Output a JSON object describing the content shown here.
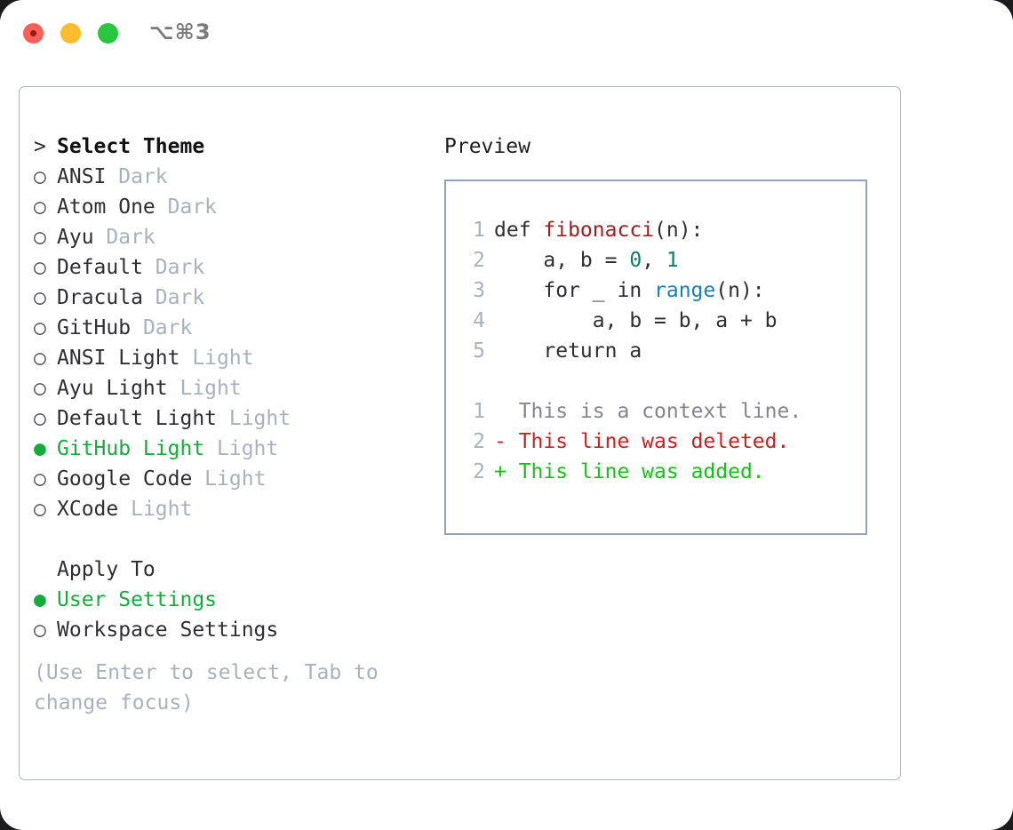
{
  "titlebar": {
    "shortcut": "⌥⌘3",
    "lights": [
      "close",
      "minimize",
      "zoom"
    ]
  },
  "theme_picker": {
    "header_marker": ">",
    "header": "Select Theme",
    "items": [
      {
        "marker": "○",
        "name": "ANSI",
        "suffix": "Dark",
        "selected": false
      },
      {
        "marker": "○",
        "name": "Atom One",
        "suffix": "Dark",
        "selected": false
      },
      {
        "marker": "○",
        "name": "Ayu",
        "suffix": "Dark",
        "selected": false
      },
      {
        "marker": "○",
        "name": "Default",
        "suffix": "Dark",
        "selected": false
      },
      {
        "marker": "○",
        "name": "Dracula",
        "suffix": "Dark",
        "selected": false
      },
      {
        "marker": "○",
        "name": "GitHub",
        "suffix": "Dark",
        "selected": false
      },
      {
        "marker": "○",
        "name": "ANSI Light",
        "suffix": "Light",
        "selected": false
      },
      {
        "marker": "○",
        "name": "Ayu Light",
        "suffix": "Light",
        "selected": false
      },
      {
        "marker": "○",
        "name": "Default Light",
        "suffix": "Light",
        "selected": false
      },
      {
        "marker": "●",
        "name": "GitHub Light",
        "suffix": "Light",
        "selected": true
      },
      {
        "marker": "○",
        "name": "Google Code",
        "suffix": "Light",
        "selected": false
      },
      {
        "marker": "○",
        "name": "XCode",
        "suffix": "Light",
        "selected": false
      }
    ]
  },
  "apply_to": {
    "header": "Apply To",
    "items": [
      {
        "marker": "●",
        "name": "User Settings",
        "selected": true
      },
      {
        "marker": "○",
        "name": "Workspace Settings",
        "selected": false
      }
    ]
  },
  "hint": "(Use Enter to select, Tab to change focus)",
  "preview": {
    "title": "Preview",
    "code_lines": [
      {
        "n": "1",
        "tokens": [
          {
            "t": "def ",
            "c": "plain"
          },
          {
            "t": "fibonacci",
            "c": "fn"
          },
          {
            "t": "(n):",
            "c": "plain"
          }
        ]
      },
      {
        "n": "2",
        "tokens": [
          {
            "t": "    a, b = ",
            "c": "plain"
          },
          {
            "t": "0",
            "c": "num"
          },
          {
            "t": ", ",
            "c": "plain"
          },
          {
            "t": "1",
            "c": "num"
          }
        ]
      },
      {
        "n": "3",
        "tokens": [
          {
            "t": "    for _ in ",
            "c": "plain"
          },
          {
            "t": "range",
            "c": "call"
          },
          {
            "t": "(n):",
            "c": "plain"
          }
        ]
      },
      {
        "n": "4",
        "tokens": [
          {
            "t": "        a, b = b, a + b",
            "c": "plain"
          }
        ]
      },
      {
        "n": "5",
        "tokens": [
          {
            "t": "    return a",
            "c": "plain"
          }
        ]
      }
    ],
    "diff_lines": [
      {
        "n": "1",
        "sign": " ",
        "text": "This is a context line.",
        "kind": "ctx"
      },
      {
        "n": "2",
        "sign": "-",
        "text": "This line was deleted.",
        "kind": "del"
      },
      {
        "n": "2",
        "sign": "+",
        "text": "This line was added.",
        "kind": "add"
      }
    ]
  },
  "colors": {
    "accent_green": "#14ad3c",
    "muted": "#a9b1bd",
    "fn_red": "#a51c1c",
    "num_teal": "#0f7b6c",
    "call_blue": "#1a7fb5",
    "diff_del": "#cc1f1f",
    "diff_add": "#17c117",
    "panel_border": "#aab4c2",
    "preview_border": "#8fa3bd"
  }
}
